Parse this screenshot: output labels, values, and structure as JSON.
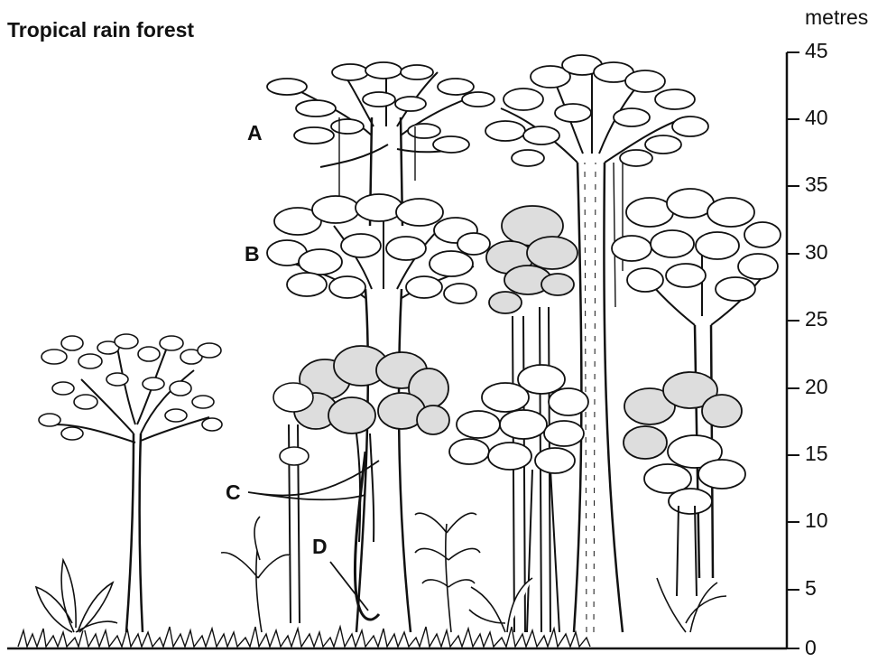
{
  "title": "Tropical rain forest",
  "scale": {
    "unit": "metres",
    "ticks": [
      "0",
      "5",
      "10",
      "15",
      "20",
      "25",
      "30",
      "35",
      "40",
      "45"
    ]
  },
  "labels": {
    "a": "A",
    "b": "B",
    "c": "C",
    "d": "D"
  },
  "colors": {
    "ink": "#111111",
    "paper": "#ffffff"
  }
}
